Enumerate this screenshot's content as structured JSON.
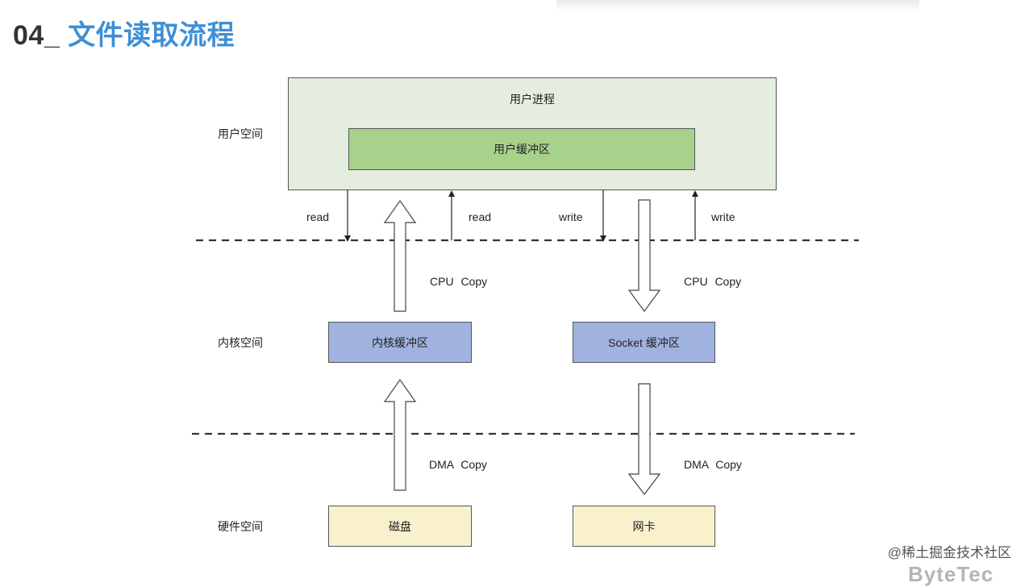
{
  "title": {
    "number": "04_",
    "text": "文件读取流程"
  },
  "layers": {
    "user": "用户空间",
    "kernel": "内核空间",
    "hardware": "硬件空间"
  },
  "boxes": {
    "user_process": "用户进程",
    "user_buffer": "用户缓冲区",
    "kernel_buffer": "内核缓冲区",
    "socket_buffer": "Socket 缓冲区",
    "disk": "磁盘",
    "nic": "网卡"
  },
  "arrows": {
    "read_1": "read",
    "read_2": "read",
    "write_1": "write",
    "write_2": "write",
    "cpu_copy_left": "CPU Copy",
    "cpu_copy_right": "CPU Copy",
    "dma_copy_left": "DMA Copy",
    "dma_copy_right": "DMA Copy"
  },
  "watermark": {
    "text": "@稀土掘金技术社区",
    "brand": "ByteTec"
  },
  "colors": {
    "title_accent": "#3d8fd6",
    "user_process_fill": "#e5ede0",
    "user_buffer_fill": "#a8d18c",
    "kernel_fill": "#9fb2e0",
    "hardware_fill": "#f8f1cc"
  }
}
